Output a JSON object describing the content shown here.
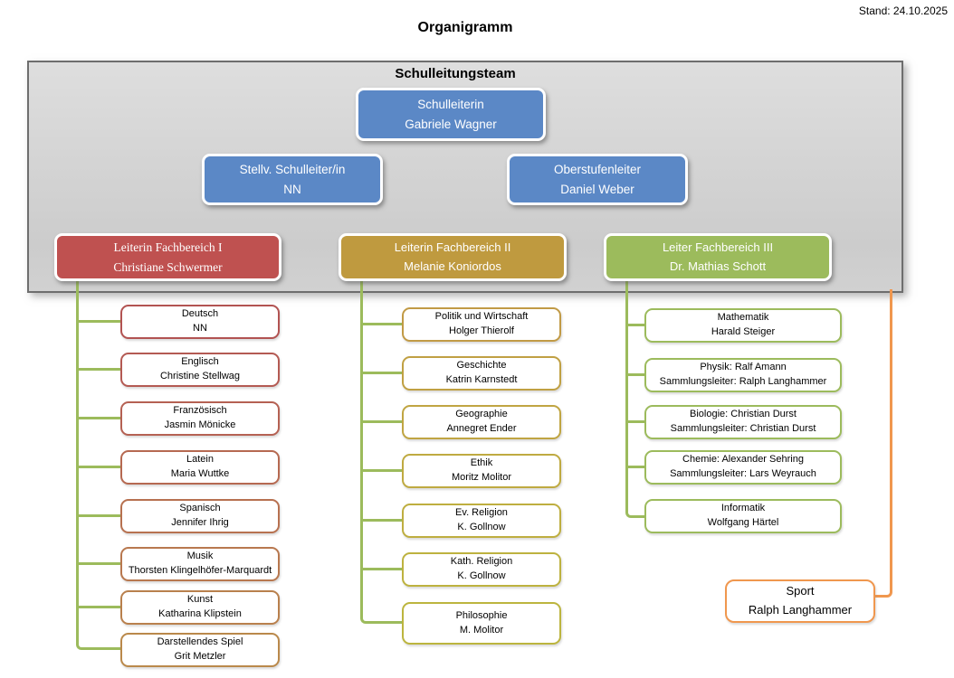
{
  "meta": {
    "stand": "Stand: 24.10.2025",
    "title": "Organigramm"
  },
  "leadership": {
    "title": "Schulleitungsteam",
    "positions": [
      {
        "role": "Schulleiterin",
        "name": "Gabriele Wagner",
        "color": "#5b88c6"
      },
      {
        "role": "Stellv. Schulleiter/in",
        "name": "NN",
        "color": "#5b88c6"
      },
      {
        "role": "Oberstufenleiter",
        "name": "Daniel Weber",
        "color": "#5b88c6"
      },
      {
        "role": "Leiterin Fachbereich I",
        "name": "Christiane Schwermer",
        "color": "#bf5150"
      },
      {
        "role": "Leiterin Fachbereich II",
        "name": "Melanie Koniordos",
        "color": "#bf9a3f"
      },
      {
        "role": "Leiter Fachbereich III",
        "name": "Dr. Mathias Schott",
        "color": "#9cbb5c"
      }
    ]
  },
  "columns": [
    {
      "fachbereich": "I",
      "items": [
        {
          "line1": "Deutsch",
          "line2": "NN",
          "border": "#b25352"
        },
        {
          "line1": "Englisch",
          "line2": "Christine Stellwag",
          "border": "#b45a53"
        },
        {
          "line1": "Französisch",
          "line2": "Jasmin Mönicke",
          "border": "#b56153"
        },
        {
          "line1": "Latein",
          "line2": "Maria Wuttke",
          "border": "#b66951"
        },
        {
          "line1": "Spanisch",
          "line2": "Jennifer Ihrig",
          "border": "#b77150"
        },
        {
          "line1": "Musik",
          "line2": "Thorsten Klingelhöfer-Marquardt",
          "border": "#b8784f"
        },
        {
          "line1": "Kunst",
          "line2": "Katharina Klipstein",
          "border": "#b9804d"
        },
        {
          "line1": "Darstellendes Spiel",
          "line2": "Grit Metzler",
          "border": "#ba894b"
        }
      ]
    },
    {
      "fachbereich": "II",
      "items": [
        {
          "line1": "Politik und Wirtschaft",
          "line2": "Holger Thierolf",
          "border": "#c19a45"
        },
        {
          "line1": "Geschichte",
          "line2": "Katrin Karnstedt",
          "border": "#c0a043"
        },
        {
          "line1": "Geographie",
          "line2": "Annegret Ender",
          "border": "#c0a542"
        },
        {
          "line1": "Ethik",
          "line2": "Moritz Molitor",
          "border": "#bfaa41"
        },
        {
          "line1": "Ev. Religion",
          "line2": "K. Gollnow",
          "border": "#beae40"
        },
        {
          "line1": "Kath. Religion",
          "line2": "K. Gollnow",
          "border": "#bdb23f"
        },
        {
          "line1": "Philosophie",
          "line2": "M. Molitor",
          "border": "#bcb53e"
        }
      ]
    },
    {
      "fachbereich": "III",
      "items": [
        {
          "line1": "Mathematik",
          "line2": "Harald Steiger",
          "border": "#9cbb5c"
        },
        {
          "line1": "Physik: Ralf Amann",
          "line2": "Sammlungsleiter: Ralph Langhammer",
          "border": "#9cbb5c"
        },
        {
          "line1": "Biologie: Christian Durst",
          "line2": "Sammlungsleiter: Christian Durst",
          "border": "#9cbb5c"
        },
        {
          "line1": "Chemie: Alexander Sehring",
          "line2": "Sammlungsleiter: Lars Weyrauch",
          "border": "#9cbb5c"
        },
        {
          "line1": "Informatik",
          "line2": "Wolfgang Härtel",
          "border": "#9cbb5c"
        }
      ]
    }
  ],
  "sport": {
    "line1": "Sport",
    "line2": "Ralph Langhammer",
    "border": "#f0974e"
  },
  "colors": {
    "connector_fachbereich": "#9cbb5c",
    "connector_sport": "#f0974e",
    "container_border": "#6e6e6e"
  }
}
